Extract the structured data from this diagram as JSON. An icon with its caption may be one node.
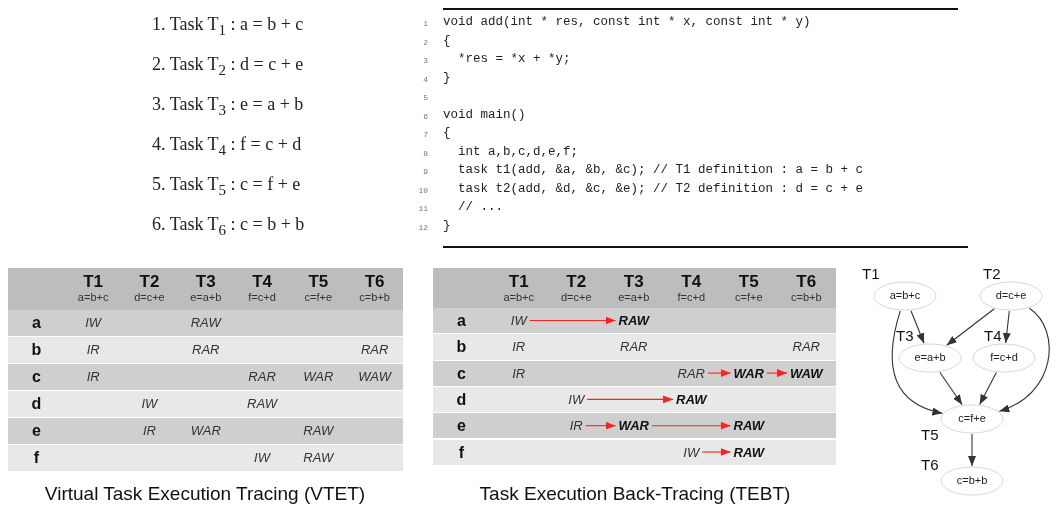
{
  "diagram": {
    "nodes": [
      {
        "text": [
          "a=b+c"
        ],
        "beside": [
          "T1"
        ]
      },
      {
        "text": [
          "d=c+e"
        ],
        "beside": [
          "T2"
        ]
      },
      {
        "text": [
          "e=a+b"
        ],
        "beside": [
          "T3"
        ]
      },
      {
        "text": [
          "f=c+d"
        ],
        "beside": [
          "T4"
        ]
      },
      {
        "text": [
          "c=f+e"
        ],
        "beside": [
          "T5"
        ]
      },
      {
        "text": [
          "c=b+b"
        ],
        "beside": [
          "T6"
        ]
      },
      {
        "text": [
          "IW"
        ]
      },
      {
        "text": [
          "RAW"
        ]
      },
      {
        "text": [
          "RAR"
        ]
      },
      {
        "text": [
          "WAR"
        ]
      },
      {
        "text": [
          "WAW"
        ]
      },
      {
        "text": [
          "IW"
        ]
      },
      {
        "text": [
          "RAW"
        ]
      },
      {
        "text": [
          "IR"
        ]
      },
      {
        "text": [
          "WAR"
        ]
      },
      {
        "text": [
          "RAW"
        ]
      },
      {
        "text": [
          "IW"
        ]
      },
      {
        "text": [
          "RAW"
        ]
      }
    ],
    "edges": [
      {
        "from": 0,
        "to": 2,
        "arrow": "to"
      },
      {
        "from": 0,
        "to": 4,
        "arrow": "to"
      },
      {
        "from": 1,
        "to": 2,
        "arrow": "to"
      },
      {
        "from": 1,
        "to": 3,
        "arrow": "to"
      },
      {
        "from": 1,
        "to": 4,
        "arrow": "to"
      },
      {
        "from": 2,
        "to": 4,
        "arrow": "to"
      },
      {
        "from": 3,
        "to": 4,
        "arrow": "to"
      },
      {
        "from": 4,
        "to": 5,
        "arrow": "to"
      },
      {
        "from": 6,
        "to": 7,
        "arrow": "to",
        "color": "#ff2020"
      },
      {
        "from": 8,
        "to": 9,
        "arrow": "to",
        "color": "#ff2020"
      },
      {
        "from": 9,
        "to": 10,
        "arrow": "to",
        "color": "#ff2020"
      },
      {
        "from": 11,
        "to": 12,
        "arrow": "to",
        "color": "#ff2020"
      },
      {
        "from": 13,
        "to": 14,
        "arrow": "to",
        "color": "#ff2020"
      },
      {
        "from": 14,
        "to": 15,
        "arrow": "to",
        "color": "#ff2020"
      },
      {
        "from": 16,
        "to": 17,
        "arrow": "to",
        "color": "#ff2020"
      }
    ],
    "labels": [
      "1. Task T$_{1}$ : a = b + c",
      "2. Task T$_{2}$ : d = c + e",
      "3. Task T$_{3}$ : e = a + b",
      "4. Task T$_{4}$ : f = c + d",
      "5. Task T$_{5}$ : c = f + e",
      "6. Task T$_{6}$ : c = b + b",
      "1",
      "void add(int * res, const int * x, const int * y)",
      "2",
      "{",
      "3",
      "*res = *x + *y;",
      "4",
      "}",
      "5",
      "6",
      "void main()",
      "7",
      "{",
      "8",
      "int a,b,c,d,e,f;",
      "9",
      "task t1(add, &a, &b, &c); // T1 definition : a = b + c",
      "10",
      "task t2(add, &d, &c, &e); // T2 definition : d = c + e",
      "11",
      "// ...",
      "12",
      "}",
      "T1",
      "a=b+c",
      "T2",
      "d=c+e",
      "T3",
      "e=a+b",
      "T4",
      "f=c+d",
      "T5",
      "c=f+e",
      "T6",
      "c=b+b",
      "a",
      "IW",
      "RAW",
      "b",
      "IR",
      "RAR",
      "RAR",
      "c",
      "IR",
      "RAR",
      "WAR",
      "WAW",
      "d",
      "IW",
      "RAW",
      "e",
      "IR",
      "WAR",
      "RAW",
      "f",
      "IW",
      "RAW",
      "T1",
      "a=b+c",
      "T2",
      "d=c+e",
      "T3",
      "e=a+b",
      "T4",
      "f=c+d",
      "T5",
      "c=f+e",
      "T6",
      "c=b+b",
      "a",
      "b",
      "IR",
      "RAR",
      "RAR",
      "c",
      "IR",
      "d",
      "e",
      "f",
      "Virtual Task Execution Tracing (VTET)",
      "Task Execution Back-Tracing (TEBT)"
    ]
  }
}
